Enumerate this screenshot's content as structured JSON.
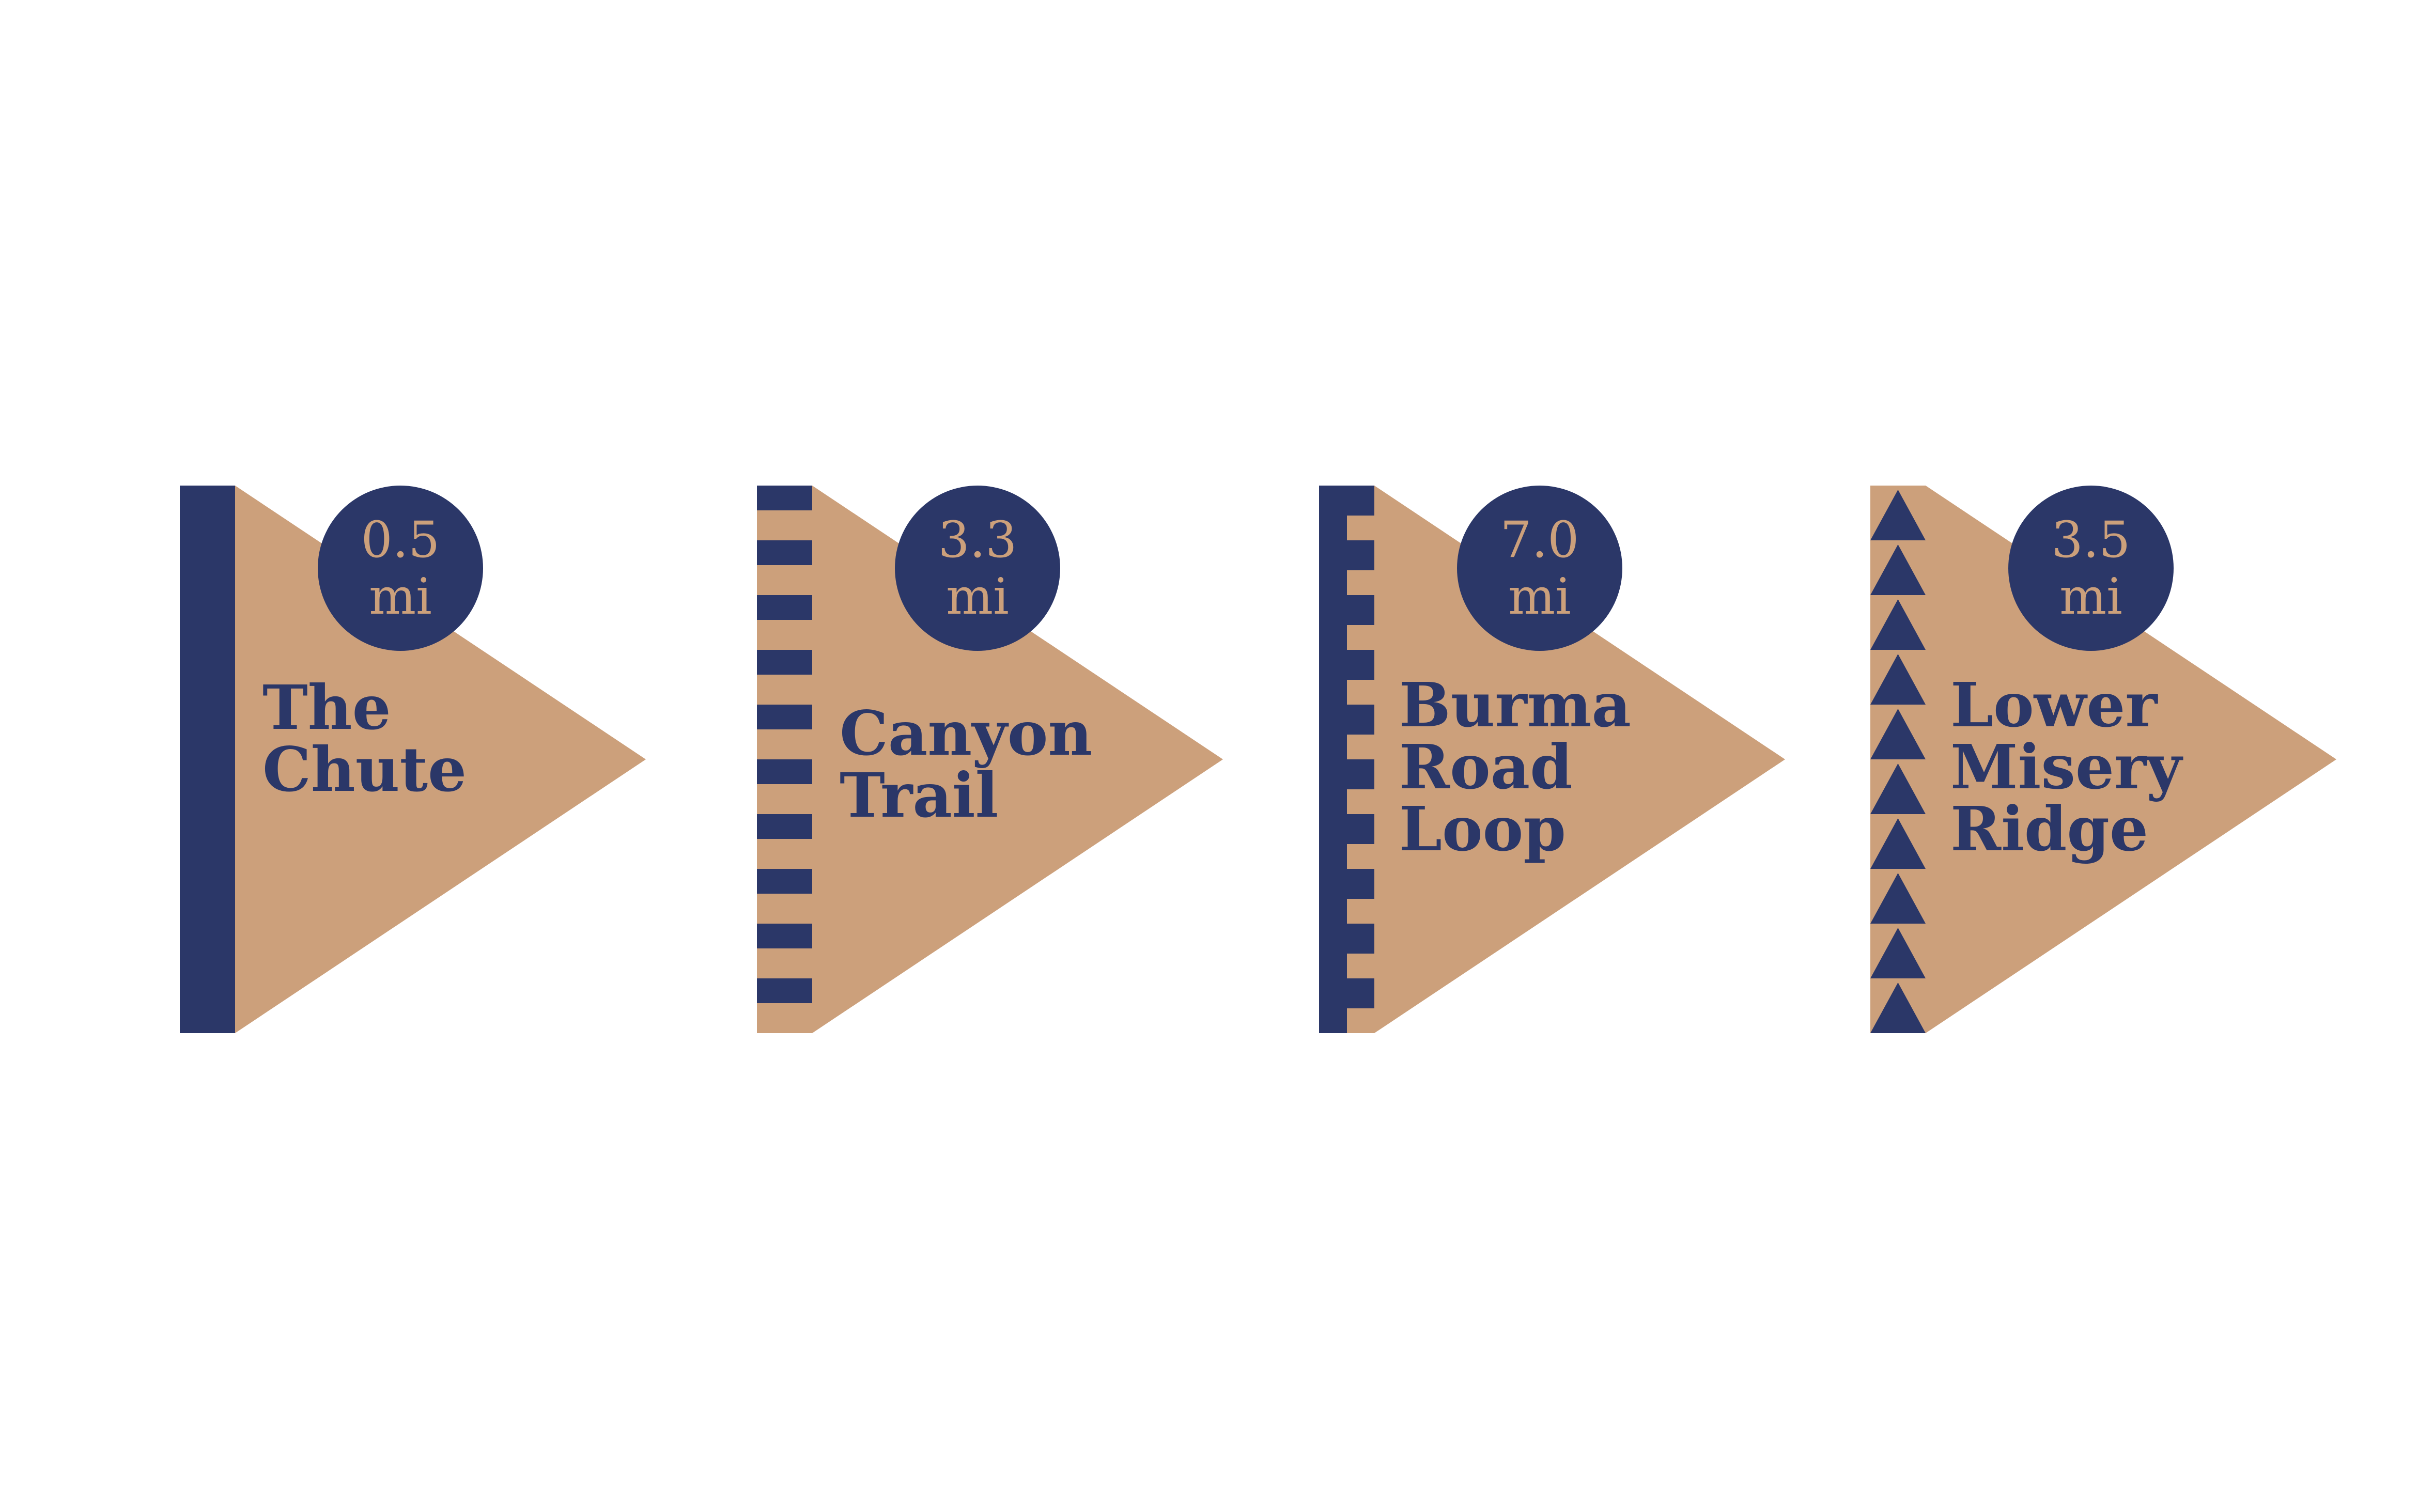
{
  "colors": {
    "background": "#ffffff",
    "tan": "#cca07b",
    "navy": "#2b3768"
  },
  "signs": [
    {
      "distance": "0.5",
      "unit": "mi",
      "name_lines": [
        "The",
        "Chute"
      ],
      "edge_pattern": "solid-bar"
    },
    {
      "distance": "3.3",
      "unit": "mi",
      "name_lines": [
        "Canyon",
        "Trail"
      ],
      "edge_pattern": "horizontal-stripes"
    },
    {
      "distance": "7.0",
      "unit": "mi",
      "name_lines": [
        "Burma",
        "Road",
        "Loop"
      ],
      "edge_pattern": "crenellated-bar"
    },
    {
      "distance": "3.5",
      "unit": "mi",
      "name_lines": [
        "Lower",
        "Misery",
        "Ridge"
      ],
      "edge_pattern": "triangles"
    }
  ]
}
